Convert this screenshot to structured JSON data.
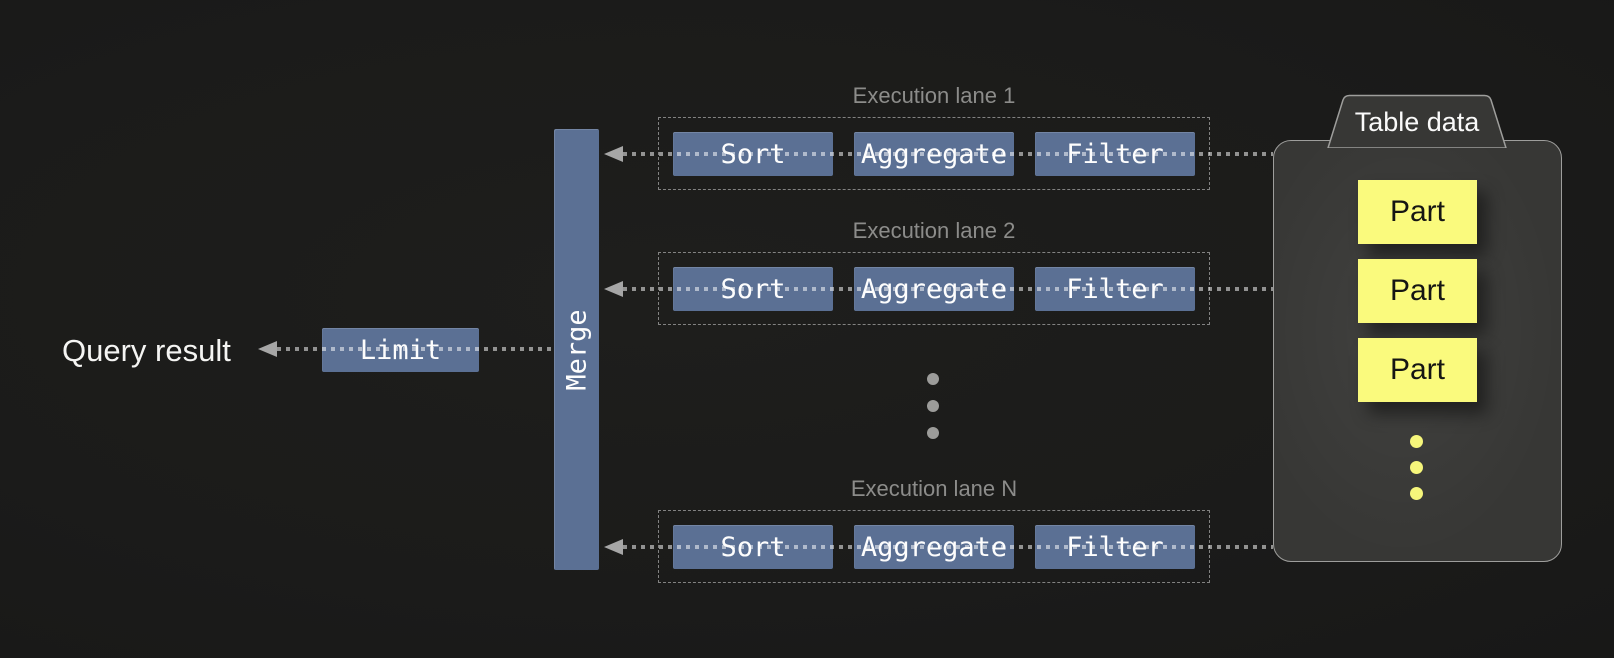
{
  "diagram": {
    "query_result_label": "Query result",
    "limit_label": "Limit",
    "merge_label": "Merge",
    "lanes": [
      {
        "title": "Execution lane 1",
        "operators": [
          "Sort",
          "Aggregate",
          "Filter"
        ]
      },
      {
        "title": "Execution lane 2",
        "operators": [
          "Sort",
          "Aggregate",
          "Filter"
        ]
      },
      {
        "title": "Execution lane N",
        "operators": [
          "Sort",
          "Aggregate",
          "Filter"
        ]
      }
    ],
    "table": {
      "title": "Table data",
      "parts": [
        "Part",
        "Part",
        "Part"
      ]
    },
    "colors": {
      "background": "#1b1b1a",
      "operator_blue": "#5b7094",
      "part_yellow": "#fafa7d",
      "lane_title_gray": "#8c8c8a",
      "dotted_line_gray": "#8c8c8a",
      "arrow_gray": "#a6a6a6",
      "container_fill": "#373735",
      "container_border": "#9e9e9c",
      "text_white": "#f5f5f3"
    }
  }
}
